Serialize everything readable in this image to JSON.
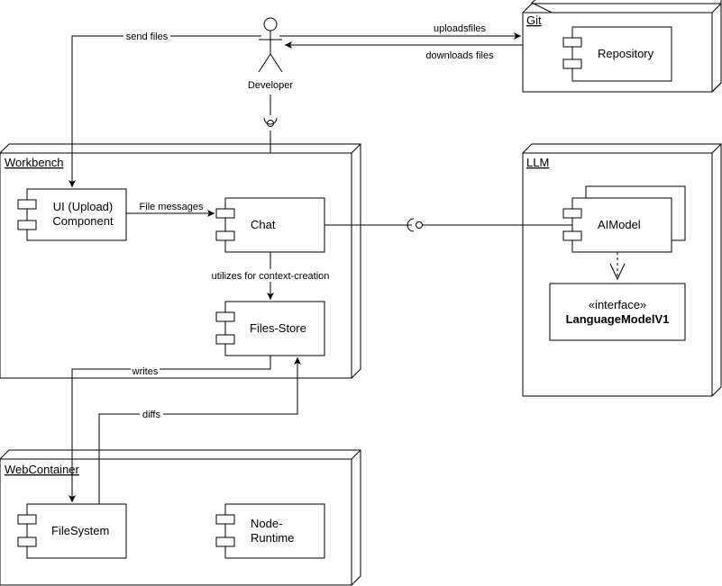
{
  "diagram": {
    "actor": {
      "label": "Developer"
    },
    "nodes": {
      "git": {
        "title": "Git"
      },
      "workbench": {
        "title": "Workbench"
      },
      "llm": {
        "title": "LLM"
      },
      "webcontainer": {
        "title": "WebContainer"
      }
    },
    "components": {
      "repository": {
        "label": "Repository"
      },
      "ui_upload": {
        "line1": "UI (Upload)",
        "line2": "Component"
      },
      "chat": {
        "label": "Chat"
      },
      "files_store": {
        "label": "Files-Store"
      },
      "aimodel": {
        "label": "AIModel"
      },
      "filesystem": {
        "label": "FileSystem"
      },
      "node_runtime": {
        "line1": "Node-",
        "line2": "Runtime"
      }
    },
    "interface_box": {
      "stereotype": "«interface»",
      "name": "LanguageModelV1"
    },
    "edges": {
      "send_files": "send files",
      "uploads_files": "uploadsfiles",
      "downloads_files": "downloads files",
      "file_messages": "File messages",
      "utilizes": "utilizes for context-creation",
      "writes": "writes",
      "diffs": "diffs"
    }
  }
}
